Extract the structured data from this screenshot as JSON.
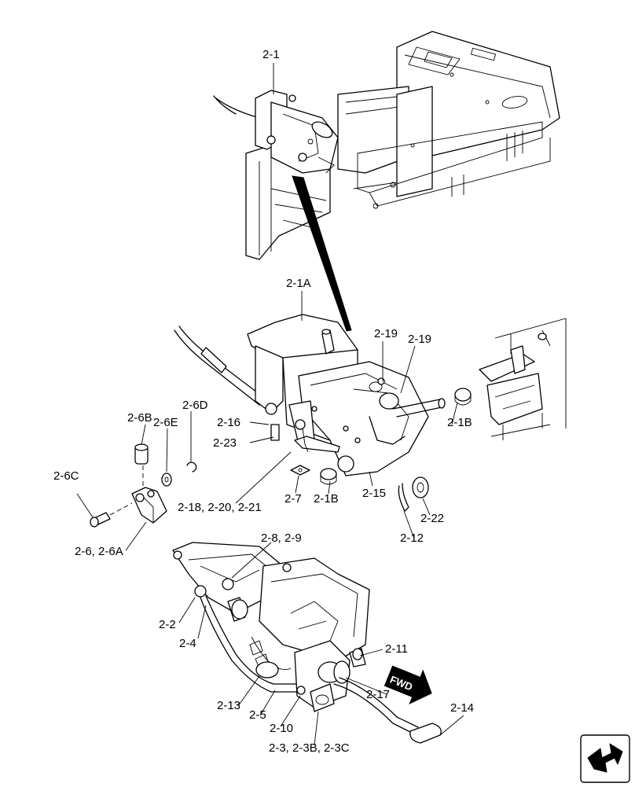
{
  "diagram": {
    "callouts": [
      {
        "id": "c-2-1",
        "text": "2-1"
      },
      {
        "id": "c-2-1A",
        "text": "2-1A"
      },
      {
        "id": "c-2-19a",
        "text": "2-19"
      },
      {
        "id": "c-2-19b",
        "text": "2-19"
      },
      {
        "id": "c-2-6B",
        "text": "2-6B"
      },
      {
        "id": "c-2-6E",
        "text": "2-6E"
      },
      {
        "id": "c-2-6D",
        "text": "2-6D"
      },
      {
        "id": "c-2-16",
        "text": "2-16"
      },
      {
        "id": "c-2-23",
        "text": "2-23"
      },
      {
        "id": "c-2-1Ba",
        "text": "2-1B"
      },
      {
        "id": "c-2-6C",
        "text": "2-6C"
      },
      {
        "id": "c-2-18",
        "text": "2-18, 2-20, 2-21"
      },
      {
        "id": "c-2-7",
        "text": "2-7"
      },
      {
        "id": "c-2-1Bb",
        "text": "2-1B"
      },
      {
        "id": "c-2-15",
        "text": "2-15"
      },
      {
        "id": "c-2-22",
        "text": "2-22"
      },
      {
        "id": "c-2-12",
        "text": "2-12"
      },
      {
        "id": "c-2-6",
        "text": "2-6, 2-6A"
      },
      {
        "id": "c-2-8",
        "text": "2-8, 2-9"
      },
      {
        "id": "c-2-2",
        "text": "2-2"
      },
      {
        "id": "c-2-4",
        "text": "2-4"
      },
      {
        "id": "c-2-11",
        "text": "2-11"
      },
      {
        "id": "c-2-17",
        "text": "2-17"
      },
      {
        "id": "c-2-13",
        "text": "2-13"
      },
      {
        "id": "c-2-5",
        "text": "2-5"
      },
      {
        "id": "c-2-10",
        "text": "2-10"
      },
      {
        "id": "c-2-14",
        "text": "2-14"
      },
      {
        "id": "c-2-3",
        "text": "2-3, 2-3B, 2-3C"
      }
    ],
    "arrow_label": "FWD",
    "nav_icon": "next-page-arrow-icon"
  }
}
